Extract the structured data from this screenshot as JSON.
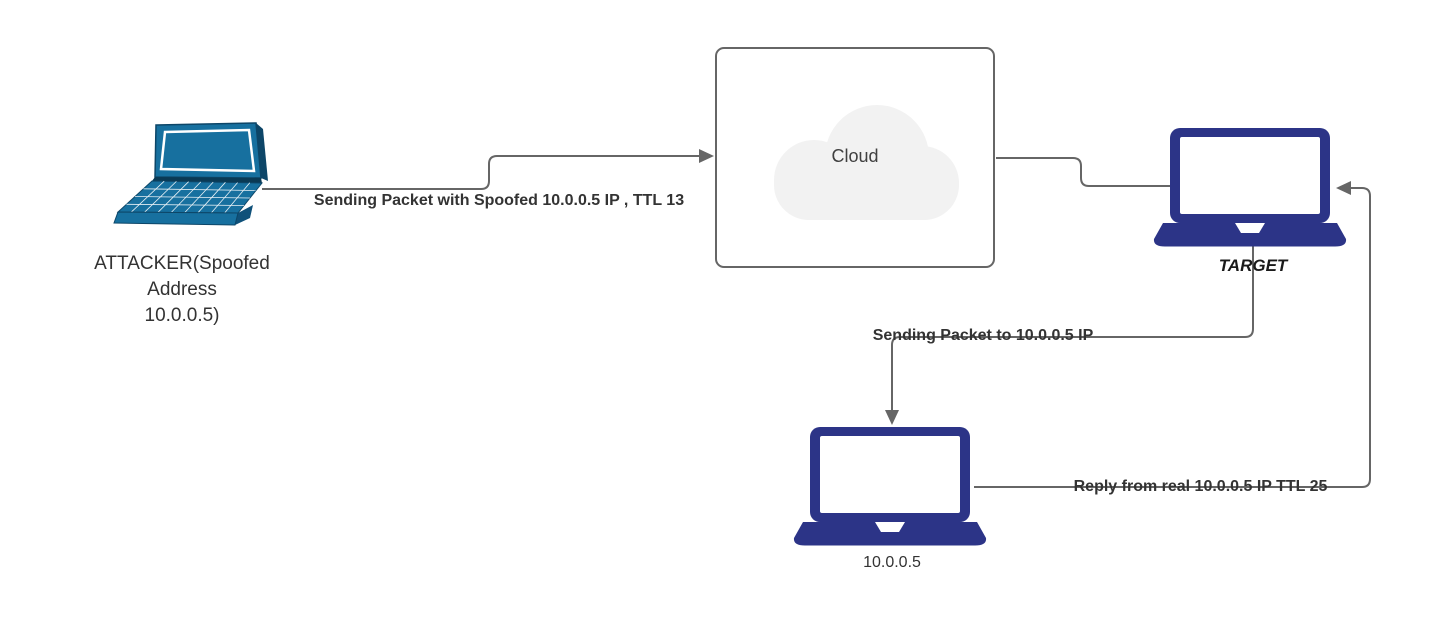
{
  "colors": {
    "connector": "#666666",
    "label_text": "#333333",
    "box_border": "#666666",
    "cloud_fill": "#f2f2f2",
    "attacker_laptop": "#17709f",
    "attacker_laptop_dark": "#0d4668",
    "navy_laptop": "#2c3487"
  },
  "nodes": {
    "attacker": {
      "label": "ATTACKER(Spoofed\nAddress\n10.0.0.5)"
    },
    "cloud": {
      "label": "Cloud"
    },
    "target": {
      "label": "TARGET"
    },
    "real_host": {
      "label": "10.0.0.5"
    }
  },
  "edges": {
    "attacker_to_cloud": {
      "label": "Sending Packet with Spoofed 10.0.0.5 IP , TTL 13"
    },
    "cloud_to_target": {
      "label": ""
    },
    "target_to_real": {
      "label": "Sending Packet to 10.0.0.5 IP"
    },
    "real_to_target": {
      "label": "Reply from real 10.0.0.5 IP TTL 25"
    }
  }
}
